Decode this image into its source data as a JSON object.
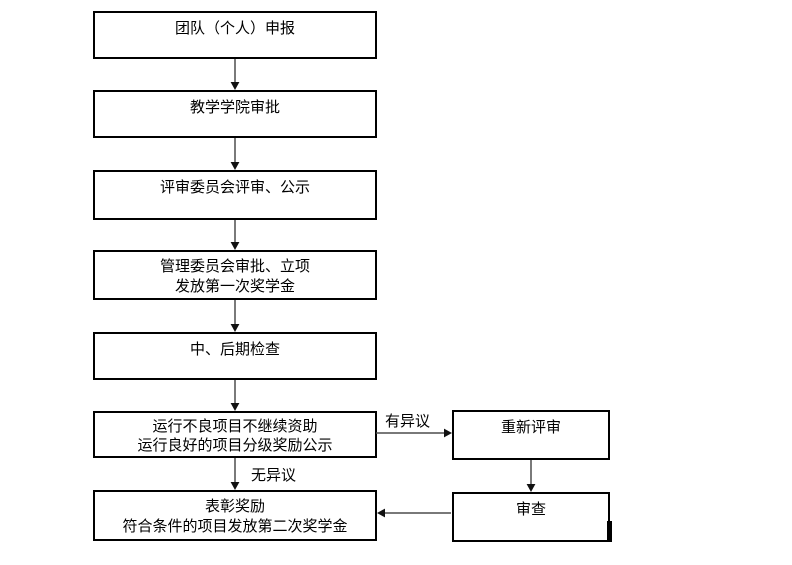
{
  "flowchart": {
    "nodes": {
      "team_application": {
        "lines": [
          "团队（个人）申报"
        ]
      },
      "college_approval": {
        "lines": [
          "教学学院审批"
        ]
      },
      "review_committee": {
        "lines": [
          "评审委员会评审、公示"
        ]
      },
      "management_committee": {
        "lines": [
          "管理委员会审批、立项",
          "发放第一次奖学金"
        ]
      },
      "inspection": {
        "lines": [
          "中、后期检查"
        ]
      },
      "grading": {
        "lines": [
          "运行不良项目不继续资助",
          "运行良好的项目分级奖励公示"
        ]
      },
      "commendation": {
        "lines": [
          "表彰奖励",
          "符合条件的项目发放第二次奖学金"
        ]
      },
      "re_review": {
        "lines": [
          "重新评审"
        ]
      },
      "examination": {
        "lines": [
          "审查"
        ]
      }
    },
    "edges": [
      {
        "from": "team_application",
        "to": "college_approval"
      },
      {
        "from": "college_approval",
        "to": "review_committee"
      },
      {
        "from": "review_committee",
        "to": "management_committee"
      },
      {
        "from": "management_committee",
        "to": "inspection"
      },
      {
        "from": "inspection",
        "to": "grading"
      },
      {
        "from": "grading",
        "to": "re_review",
        "label": "有异议"
      },
      {
        "from": "grading",
        "to": "commendation",
        "label": "无异议"
      },
      {
        "from": "re_review",
        "to": "examination"
      },
      {
        "from": "examination",
        "to": "commendation"
      }
    ],
    "colors": {
      "background": "#ffffff",
      "box_border": "#000000",
      "text": "#000000",
      "connector_line": "#4d4d4d",
      "arrowhead": "#111111"
    }
  }
}
